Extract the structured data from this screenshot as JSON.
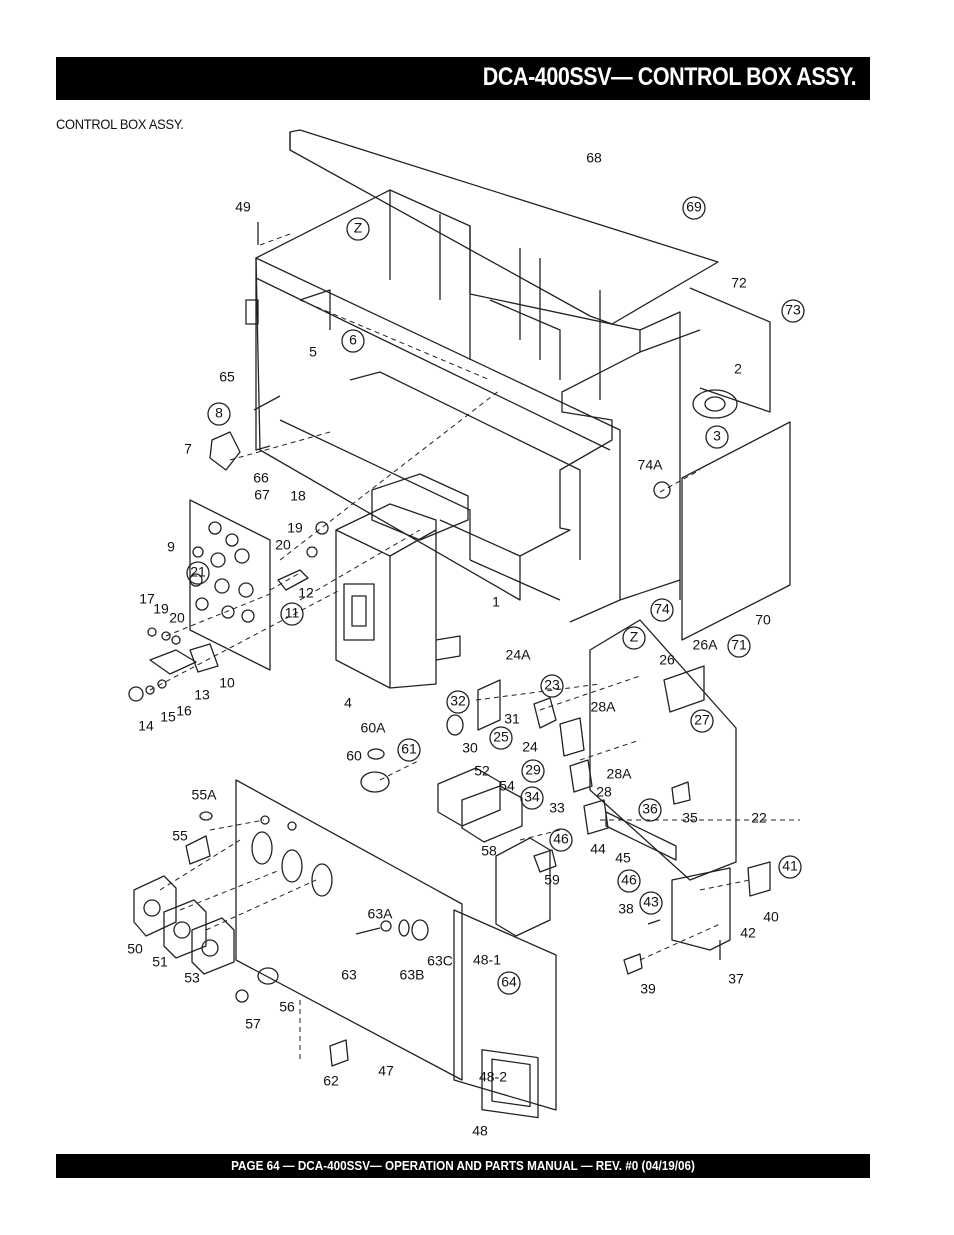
{
  "header": {
    "title": "DCA-400SSV— CONTROL BOX  ASSY."
  },
  "section": {
    "label": "CONTROL BOX ASSY."
  },
  "footer": {
    "text": "PAGE 64 — DCA-400SSV—  OPERATION AND PARTS  MANUAL — REV. #0  (04/19/06)"
  },
  "diagram": {
    "labels": {
      "68": "68",
      "69": "69",
      "49": "49",
      "Z_top": "Z",
      "72": "72",
      "73": "73",
      "5": "5",
      "6": "6",
      "65": "65",
      "2": "2",
      "8": "8",
      "3": "3",
      "7": "7",
      "74A": "74A",
      "66": "66",
      "67": "67",
      "18": "18",
      "19a": "19",
      "20a": "20",
      "9": "9",
      "21": "21",
      "12": "12",
      "11": "11",
      "17": "17",
      "19b": "19",
      "20b": "20",
      "1": "1",
      "74": "74",
      "70": "70",
      "Z_mid": "Z",
      "26A": "26A",
      "71": "71",
      "10": "10",
      "13": "13",
      "24A": "24A",
      "26": "26",
      "23": "23",
      "16": "16",
      "15": "15",
      "14": "14",
      "4": "4",
      "32": "32",
      "31": "31",
      "28A_a": "28A",
      "25": "25",
      "27": "27",
      "30": "30",
      "24": "24",
      "60A": "60A",
      "60": "60",
      "61": "61",
      "29": "29",
      "28A_b": "28A",
      "52": "52",
      "54": "54",
      "28": "28",
      "55A": "55A",
      "34": "34",
      "33": "33",
      "36": "36",
      "35": "35",
      "22": "22",
      "55": "55",
      "46a": "46",
      "44": "44",
      "58": "58",
      "45": "45",
      "59": "59",
      "46b": "46",
      "41": "41",
      "43": "43",
      "38": "38",
      "40": "40",
      "42": "42",
      "63A": "63A",
      "50": "50",
      "51": "51",
      "53": "53",
      "63": "63",
      "63B": "63B",
      "63C": "63C",
      "48-1": "48-1",
      "64": "64",
      "39": "39",
      "37": "37",
      "56": "56",
      "57": "57",
      "48-2": "48-2",
      "62": "62",
      "47": "47",
      "48": "48"
    }
  }
}
